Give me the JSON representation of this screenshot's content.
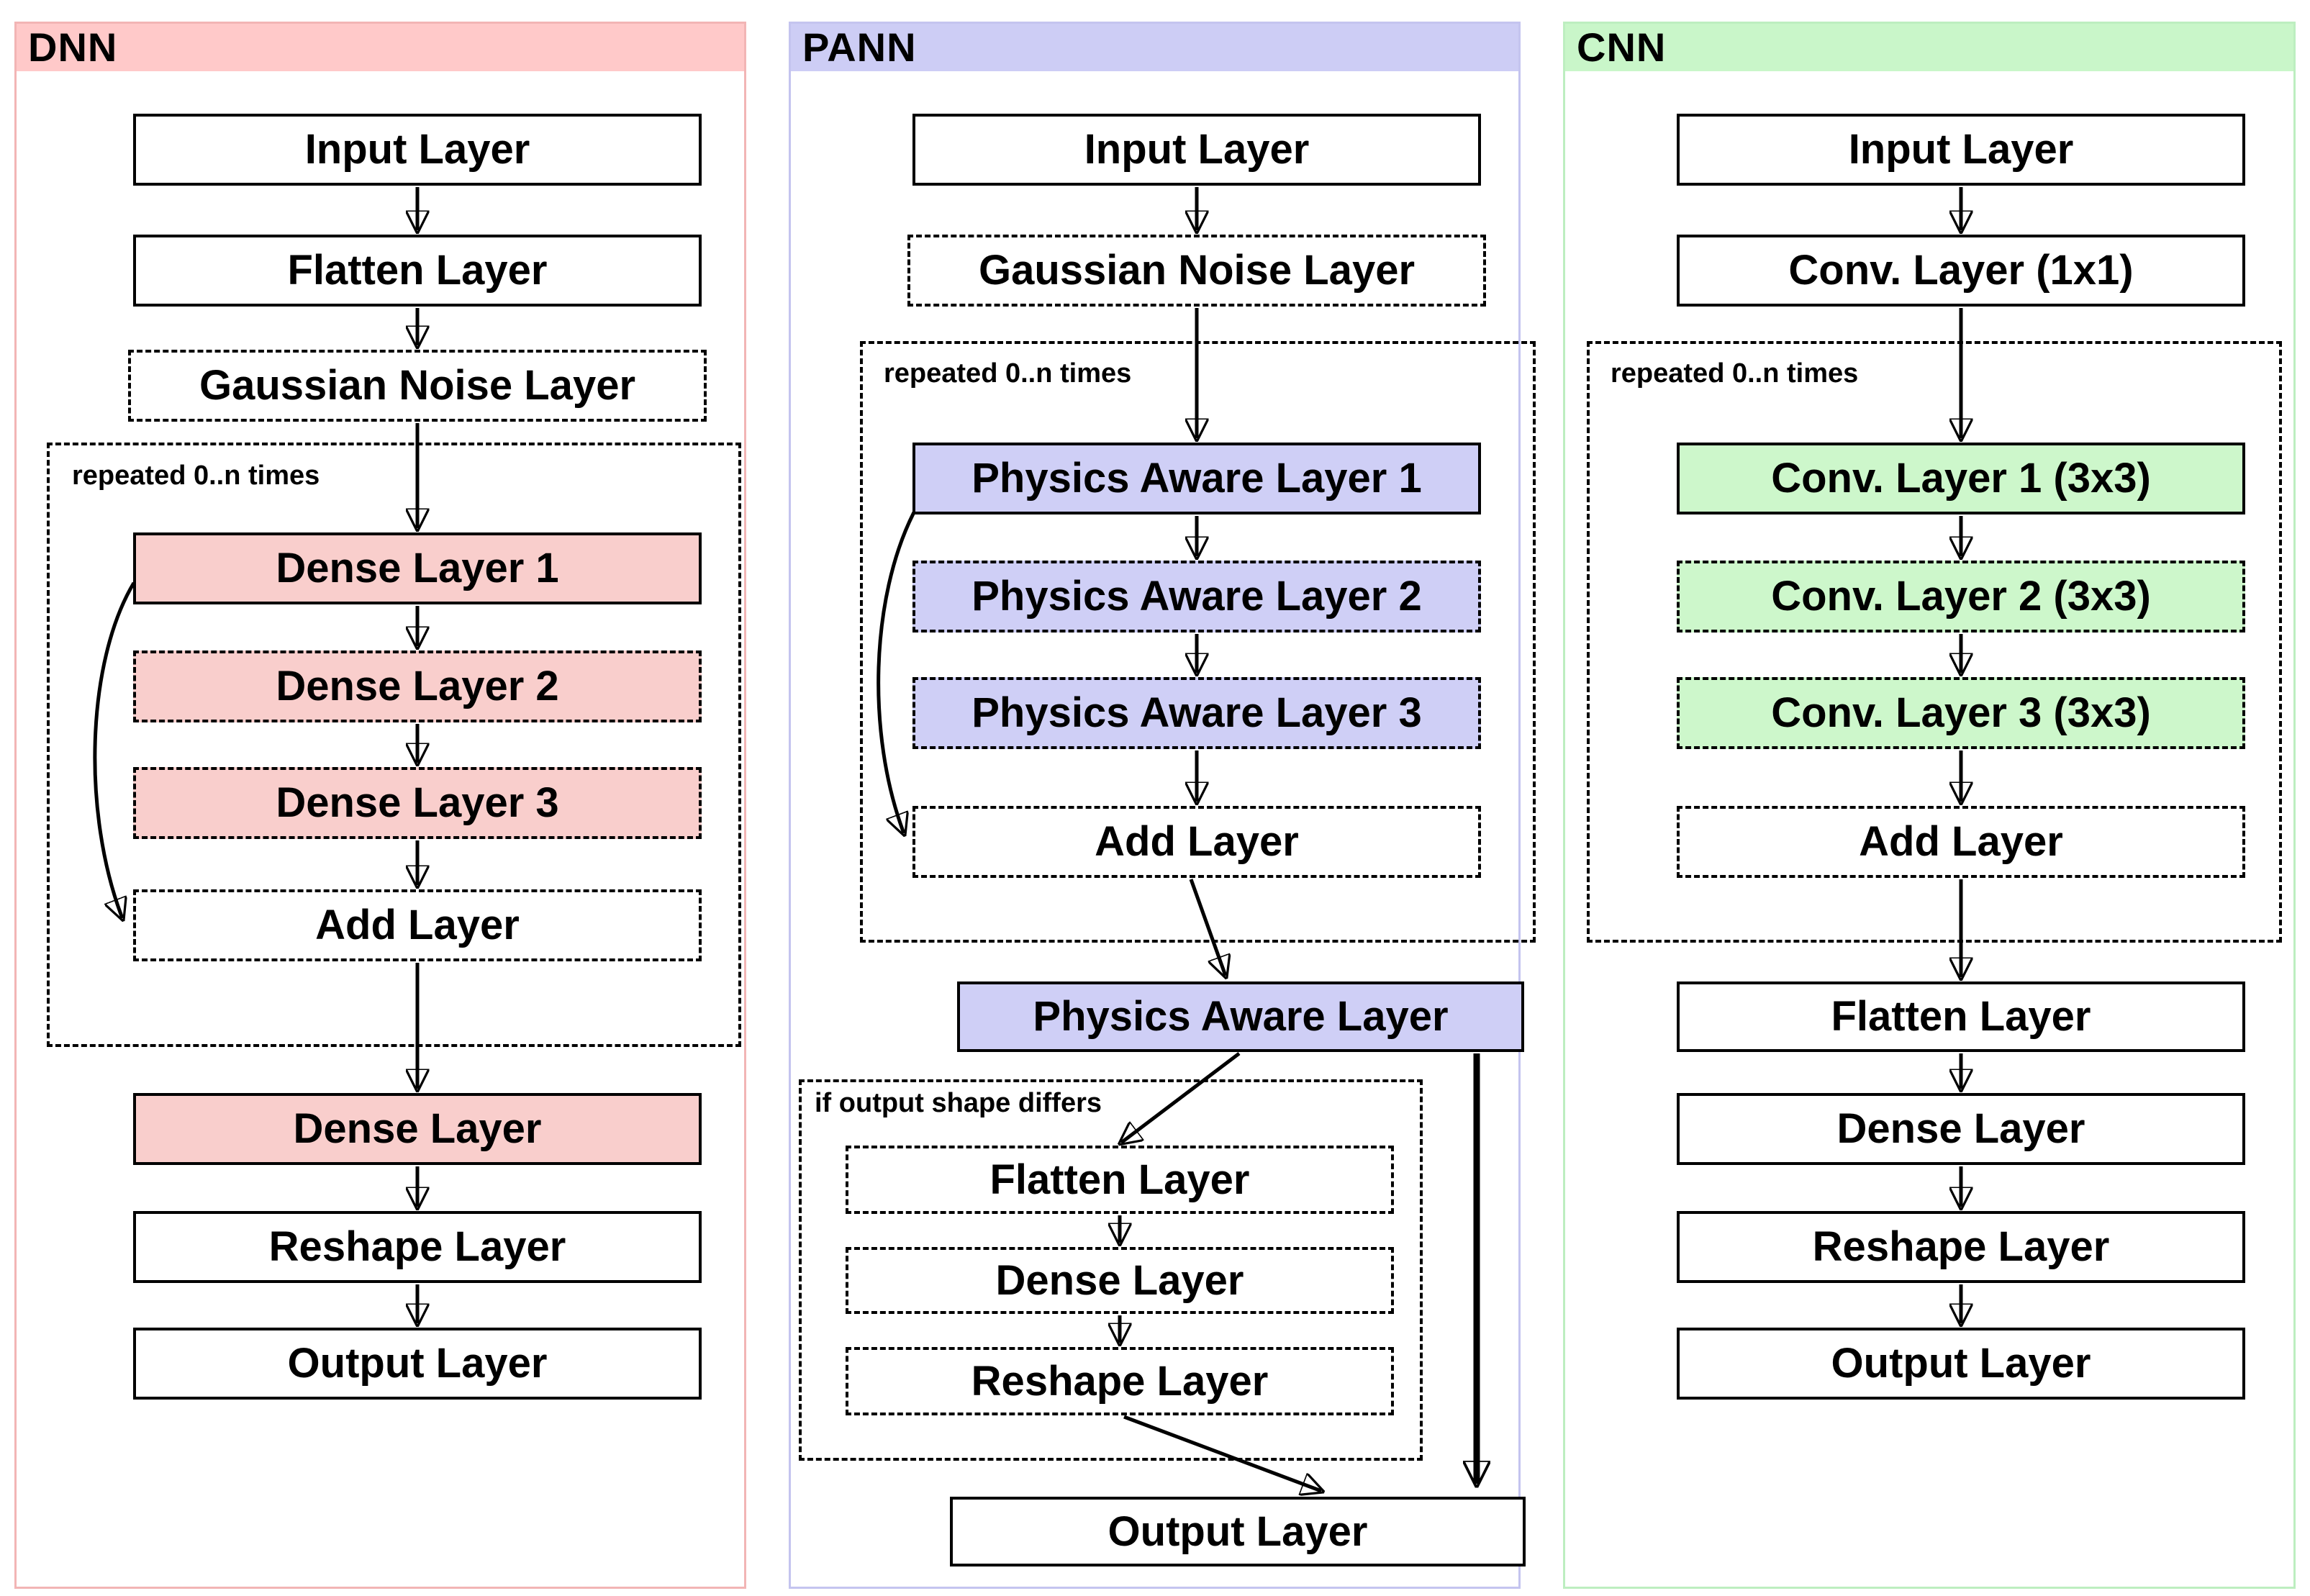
{
  "panels": {
    "dnn": {
      "title": "DNN",
      "repeat_label": "repeated 0..n times",
      "colors": {
        "header": "#ffc9c9",
        "box_fill": "#f9cecc",
        "panel_border": "#f2b5b5"
      },
      "nodes": {
        "input": "Input Layer",
        "flatten": "Flatten Layer",
        "gaussian": "Gaussian Noise Layer",
        "dense1": "Dense Layer 1",
        "dense2": "Dense Layer 2",
        "dense3": "Dense Layer 3",
        "add": "Add Layer",
        "dense": "Dense Layer",
        "reshape": "Reshape Layer",
        "output": "Output Layer"
      }
    },
    "pann": {
      "title": "PANN",
      "repeat_label": "repeated 0..n times",
      "condition_label": "if output shape differs",
      "colors": {
        "header": "#cdcdf5",
        "box_fill": "#cfcff6",
        "panel_border": "#c4c4ef"
      },
      "nodes": {
        "input": "Input Layer",
        "gaussian": "Gaussian Noise Layer",
        "pal1": "Physics Aware Layer 1",
        "pal2": "Physics Aware Layer 2",
        "pal3": "Physics Aware Layer 3",
        "add": "Add Layer",
        "pal": "Physics Aware Layer",
        "flatten": "Flatten Layer",
        "dense": "Dense Layer",
        "reshape": "Reshape Layer",
        "output": "Output Layer"
      }
    },
    "cnn": {
      "title": "CNN",
      "repeat_label": "repeated 0..n times",
      "colors": {
        "header": "#c9f6c9",
        "box_fill": "#cdf7cb",
        "panel_border": "#bdeec0"
      },
      "nodes": {
        "input": "Input Layer",
        "conv1x1": "Conv. Layer (1x1)",
        "conv1": "Conv. Layer 1 (3x3)",
        "conv2": "Conv. Layer 2 (3x3)",
        "conv3": "Conv. Layer 3 (3x3)",
        "add": "Add Layer",
        "flatten": "Flatten Layer",
        "dense": "Dense Layer",
        "reshape": "Reshape Layer",
        "output": "Output Layer"
      }
    }
  }
}
